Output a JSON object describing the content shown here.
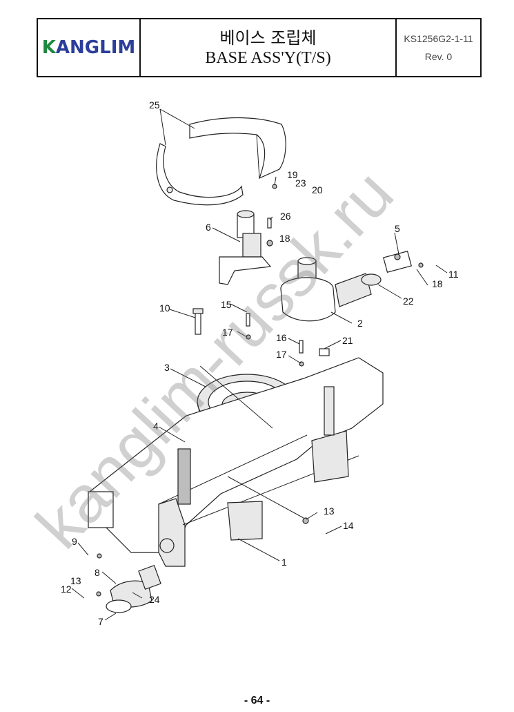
{
  "header": {
    "logo": {
      "prefix": "K",
      "rest": "ANGLIM"
    },
    "title_korean": "베이스 조립체",
    "title_english": "BASE ASS'Y(T/S)",
    "doc_code": "KS1256G2-1-11",
    "revision": "Rev. 0"
  },
  "callouts": [
    "25",
    "19",
    "23",
    "20",
    "6",
    "26",
    "18",
    "5",
    "11",
    "18",
    "22",
    "2",
    "10",
    "15",
    "17",
    "16",
    "21",
    "17",
    "3",
    "4",
    "13",
    "14",
    "9",
    "8",
    "13",
    "12",
    "24",
    "7",
    "1"
  ],
  "watermark": "kanglim-russk.ru",
  "footer": {
    "page_number": "- 64 -"
  },
  "colors": {
    "logo_blue": "#2c3e9a",
    "logo_green": "#1f8a3f"
  }
}
